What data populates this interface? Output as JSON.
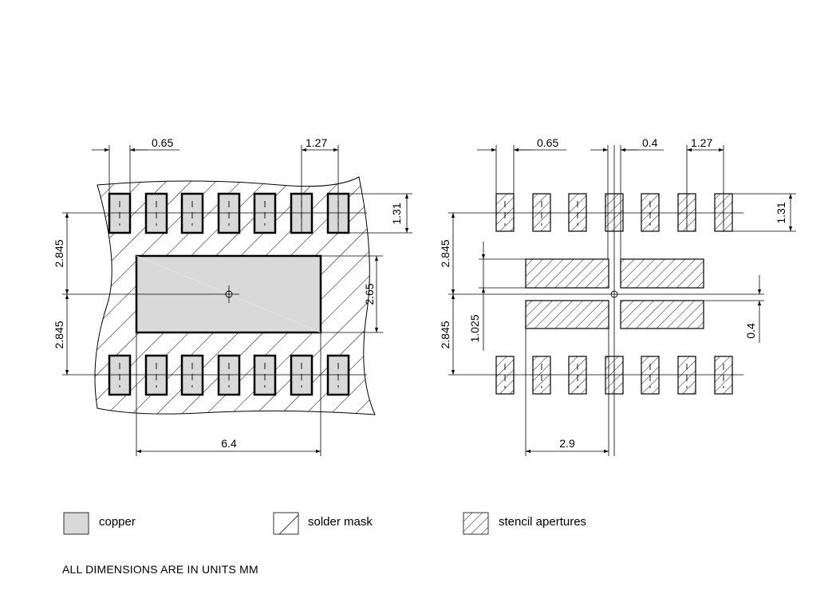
{
  "left_view": {
    "dim_pad_width": "0.65",
    "dim_pitch": "1.27",
    "dim_pad_height": "1.31",
    "dim_row_offset_top": "2.845",
    "dim_row_offset_bottom": "2.845",
    "dim_center_pad_height": "2.65",
    "dim_center_pad_width": "6.4"
  },
  "right_view": {
    "dim_pad_width": "0.65",
    "dim_gap": "0.4",
    "dim_pitch": "1.27",
    "dim_pad_height": "1.31",
    "dim_row_offset_top": "2.845",
    "dim_row_offset_bottom": "2.845",
    "dim_aperture_span": "1.025",
    "dim_aperture_gap": "0.4",
    "dim_aperture_width": "2.9"
  },
  "legend": {
    "copper": "copper",
    "solder_mask": "solder mask",
    "stencil_apertures": "stencil apertures"
  },
  "footnote": "ALL DIMENSIONS ARE IN UNITS MM",
  "colors": {
    "copper_fill": "#d9d9d9",
    "line": "#000000"
  }
}
